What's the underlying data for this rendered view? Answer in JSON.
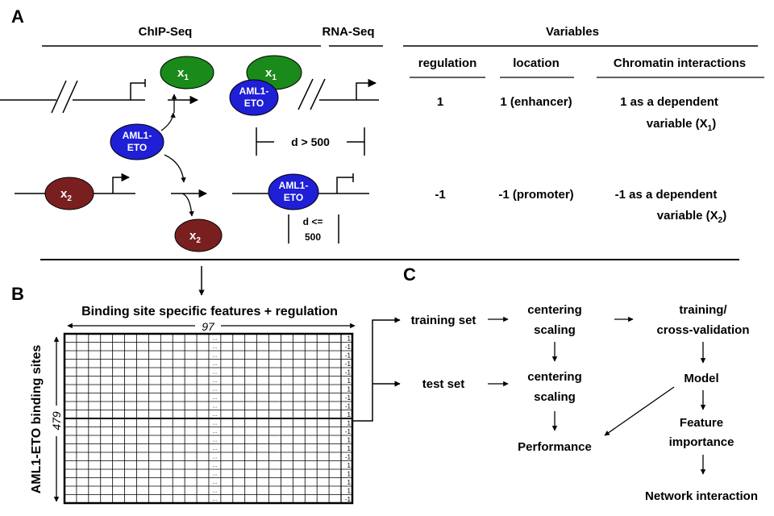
{
  "panels": {
    "a": "A",
    "b": "B",
    "c": "C"
  },
  "panel_a": {
    "chipseq": "ChIP-Seq",
    "rnaseq": "RNA-Seq",
    "variables_title": "Variables",
    "col_regulation": "regulation",
    "col_location": "location",
    "col_chromatin": "Chromatin interactions",
    "row1": {
      "regulation": "1",
      "location": "1 (enhancer)",
      "chromatin_line1": "1 as a dependent",
      "chromatin_line2_prefix": "variable (X",
      "chromatin_line2_sub": "1",
      "chromatin_line2_suffix": ")"
    },
    "row2": {
      "regulation": "-1",
      "location": "-1 (promoter)",
      "chromatin_line1": "-1 as a dependent",
      "chromatin_line2_prefix": "variable (X",
      "chromatin_line2_sub": "2",
      "chromatin_line2_suffix": ")"
    },
    "x_main": "x",
    "x1_sub": "1",
    "x2_sub": "2",
    "aml_line1": "AML1-",
    "aml_line2": "ETO",
    "dist_far": "d > 500",
    "dist_near_line1": "d <=",
    "dist_near_line2": "500"
  },
  "panel_b": {
    "title": "Binding site specific features + regulation",
    "ncols": "97",
    "nrows": "479",
    "ylabel": "AML1-ETO binding sites",
    "dots": "...",
    "label_col_values": [
      "1",
      "-1",
      "-1",
      "-1",
      "-1",
      "1",
      "1",
      "-1",
      "-1",
      "1",
      "1",
      "-1",
      "1",
      "1",
      "-1",
      "1",
      "1",
      "1",
      "1",
      "-1"
    ]
  },
  "panel_c": {
    "training_set": "training set",
    "test_set": "test set",
    "centering": "centering",
    "scaling": "scaling",
    "training_line1": "training/",
    "training_line2": "cross-validation",
    "model": "Model",
    "feature_line1": "Feature",
    "feature_line2": "importance",
    "performance": "Performance",
    "network": "Network interaction"
  },
  "colors": {
    "x1_fill": "#1a8a1a",
    "x2_fill": "#7a1f1f",
    "aml_fill": "#1f1fd6",
    "line": "#000000"
  }
}
